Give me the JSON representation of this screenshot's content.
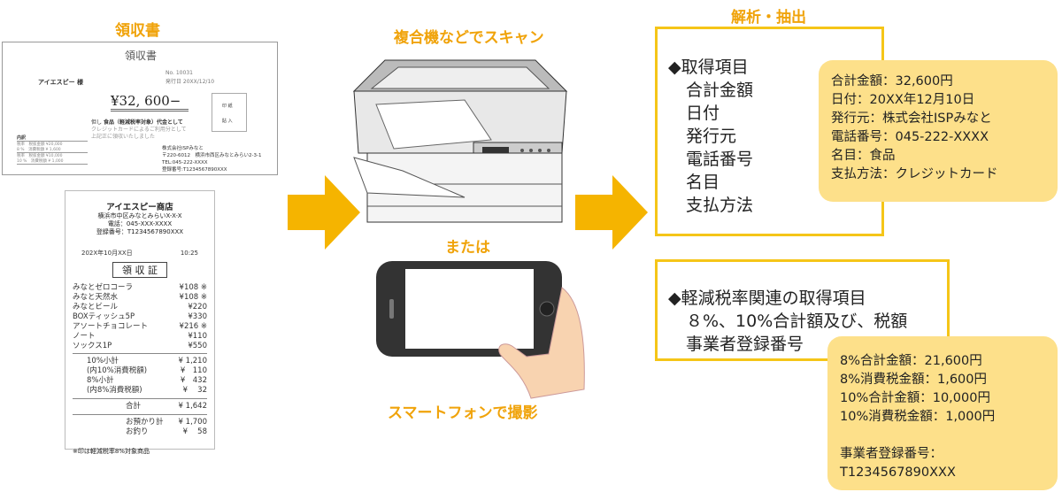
{
  "left": {
    "title": "領収書",
    "receipt1": {
      "heading": "領収書",
      "addressee": "アイエスピー 様",
      "no": "No. 10031",
      "date": "発行日 20XX/12/10",
      "amount": "¥32, 600−",
      "note_prefix": "但し",
      "note_bold": "食品（軽減税率対象）代金として",
      "note2": "クレジットカードによるご利用分として",
      "note3": "上記正に領収いたしました",
      "stamp1": "印 紙",
      "stamp2": "貼 入",
      "breakdown_title": "内訳",
      "bd": [
        "税率　税抜金額 ¥20,000",
        "8 %　消費税額 ¥ 1,600",
        "税率　税抜金額 ¥10,000",
        "10 %　消費税額 ¥ 1,000"
      ],
      "issuer": [
        "株式会社ISPみなと",
        "〒220-6012　横浜市西区みなとみらい2-3-1",
        "TEL:045-222-XXXX",
        "登録番号:T1234567890XXX"
      ]
    },
    "receipt2": {
      "shop": "アイエスピー商店",
      "address": "横浜市中区みなとみらいX-X-X",
      "phone": "電話：045-XXX-XXXX",
      "reg": "登録番号：T1234567890XXX",
      "date": "202X年10月XX日",
      "time": "10:25",
      "heading": "領 収 証",
      "items": [
        {
          "name": "みなとゼロコーラ",
          "price": "¥108 ※"
        },
        {
          "name": "みなと天然水",
          "price": "¥108 ※"
        },
        {
          "name": "みなとビール",
          "price": "¥220"
        },
        {
          "name": "BOXティッシュ5P",
          "price": "¥330"
        },
        {
          "name": "アソートチョコレート",
          "price": "¥216 ※"
        },
        {
          "name": "ノート",
          "price": "¥110"
        },
        {
          "name": "ソックス1P",
          "price": "¥550"
        }
      ],
      "subtotals": [
        {
          "name": "10%小計",
          "price": "¥ 1,210"
        },
        {
          "name": "(内10%消費税額)",
          "price": "¥　110"
        },
        {
          "name": "8%小計",
          "price": "¥　432"
        },
        {
          "name": "(内8%消費税額)",
          "price": "¥　 32"
        }
      ],
      "total": {
        "name": "合計",
        "price": "¥ 1,642"
      },
      "paid": {
        "name": "お預かり計",
        "price": "¥ 1,700"
      },
      "change": {
        "name": "お釣り",
        "price": "¥　 58"
      },
      "footnote": "※印は軽減税率8%対象商品"
    }
  },
  "middle": {
    "scan_title": "複合機などでスキャン",
    "or": "または",
    "phone_title": "スマートフォンで撮影"
  },
  "right": {
    "title": "解析・抽出",
    "box1": {
      "heading": "◆取得項目",
      "items": [
        "合計金額",
        "日付",
        "発行元",
        "電話番号",
        "名目",
        "支払方法"
      ]
    },
    "bubble1": [
      "合計金額：32,600円",
      "日付：20XX年12月10日",
      "発行元：株式会社ISPみなと",
      "電話番号：045-222-XXXX",
      "名目：食品",
      "支払方法：クレジットカード"
    ],
    "box2": {
      "heading": "◆軽減税率関連の取得項目",
      "items": [
        "８%、10%合計額及び、税額",
        "事業者登録番号"
      ]
    },
    "bubble2": [
      "8%合計金額：21,600円",
      "8%消費税金額：1,600円",
      "10%合計金額：10,000円",
      "10%消費税金額：1,000円",
      "",
      "事業者登録番号：",
      "T1234567890XXX"
    ]
  },
  "colors": {
    "accent": "#f0a30a",
    "box_border": "#f5c518",
    "bubble": "#fde08a"
  }
}
